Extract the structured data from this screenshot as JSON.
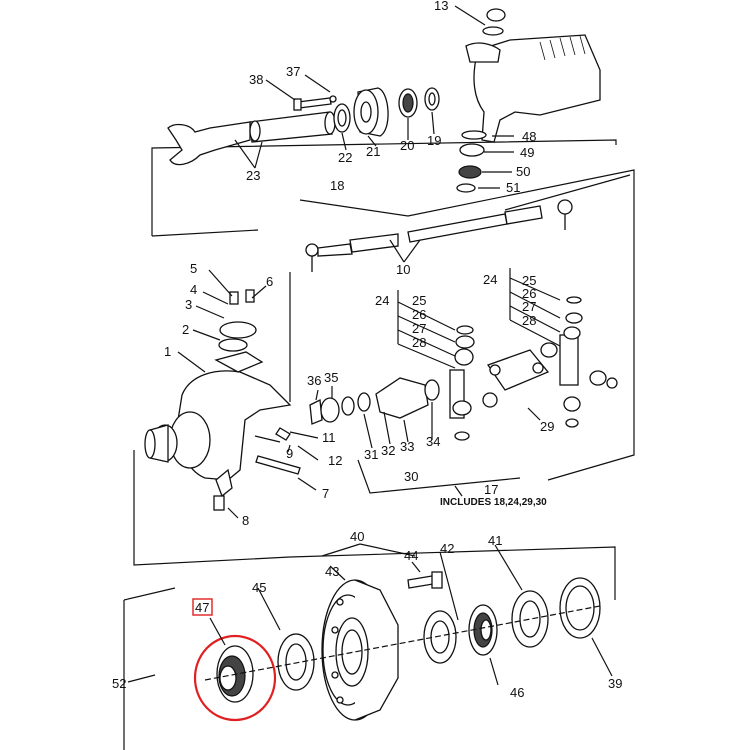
{
  "callouts": {
    "c1": "1",
    "c2": "2",
    "c3": "3",
    "c4": "4",
    "c5": "5",
    "c6": "6",
    "c7": "7",
    "c8": "8",
    "c9": "9",
    "c10": "10",
    "c11": "11",
    "c12": "12",
    "c13": "13",
    "c17": "17",
    "c18": "18",
    "c19": "19",
    "c20": "20",
    "c21": "21",
    "c22": "22",
    "c23": "23",
    "c24": "24",
    "c25": "25",
    "c26": "26",
    "c27": "27",
    "c28": "28",
    "c29": "29",
    "c30": "30",
    "c31": "31",
    "c32": "32",
    "c33": "33",
    "c34": "34",
    "c35": "35",
    "c36": "36",
    "c37": "37",
    "c38": "38",
    "c39": "39",
    "c40": "40",
    "c41": "41",
    "c42": "42",
    "c43": "43",
    "c44": "44",
    "c45": "45",
    "c46": "46",
    "c47": "47",
    "c48": "48",
    "c49": "49",
    "c50": "50",
    "c51": "51",
    "c52": "52"
  },
  "note_17": "INCLUDES 18,24,29,30",
  "highlight": {
    "part": "47",
    "circle_color": "#e02020",
    "box_color": "#e02020"
  }
}
